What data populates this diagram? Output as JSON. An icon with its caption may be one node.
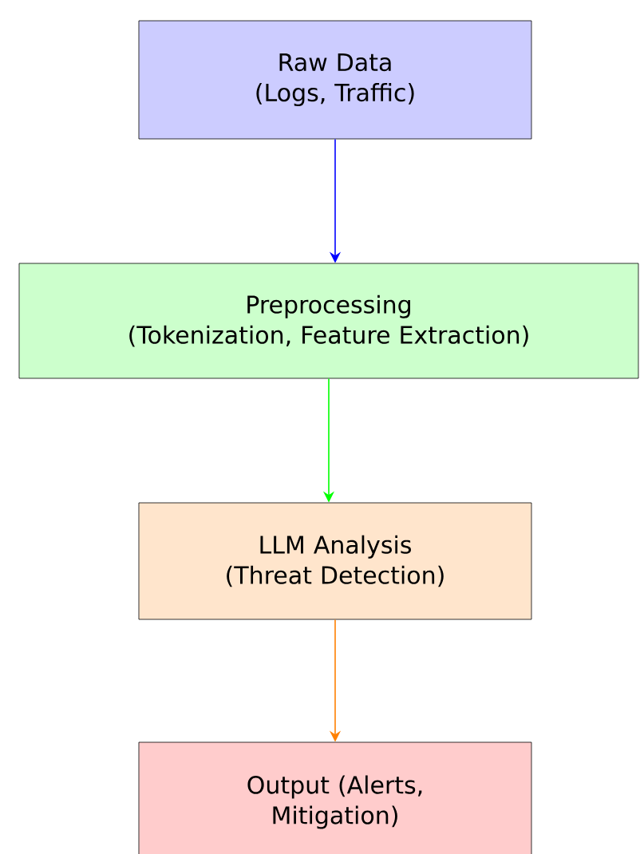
{
  "diagram": {
    "nodes": [
      {
        "text": [
          "Raw Data",
          "(Logs, Traffic)"
        ]
      },
      {
        "text": [
          "Preprocessing",
          "(Tokenization, Feature Extraction)"
        ]
      },
      {
        "text": [
          "LLM Analysis",
          "(Threat Detection)"
        ]
      },
      {
        "text": [
          "Output (Alerts, Mitigation)"
        ]
      }
    ],
    "edges": [
      {
        "from": 0,
        "to": 1,
        "arrow": "to",
        "color": "#0000ff"
      },
      {
        "from": 1,
        "to": 2,
        "arrow": "to",
        "color": "#00ff00"
      },
      {
        "from": 2,
        "to": 3,
        "arrow": "to",
        "color": "#ff8000"
      }
    ]
  }
}
